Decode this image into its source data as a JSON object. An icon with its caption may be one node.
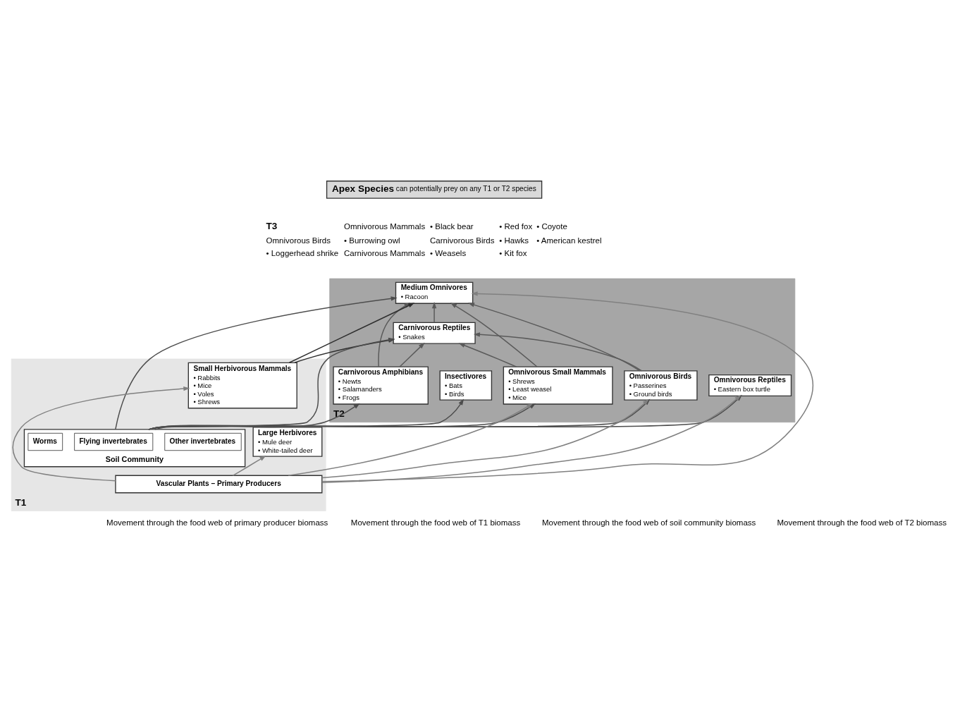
{
  "diagram": {
    "nodes": [
      {
        "text": [
          "Apex Species",
          "can potentially prey on any T1 or T2 species"
        ]
      },
      {
        "text": [
          "T2"
        ]
      },
      {
        "text": [
          "Medium Omnivores",
          "• Racoon"
        ],
        "in": 1
      },
      {
        "text": [
          "Carnivorous Reptiles",
          "• Snakes"
        ],
        "in": 1
      },
      {
        "text": [
          "Omnivorous Small Mammals",
          "• Shrews",
          "• Least weasel",
          "• Mice"
        ],
        "in": 1
      },
      {
        "text": [
          "Carnivorous Amphibians",
          "• Newts",
          "• Salamanders",
          "• Frogs"
        ],
        "in": 1
      },
      {
        "text": [
          "Omnivorous Reptiles",
          "• Eastern box turtle"
        ],
        "in": 1
      },
      {
        "text": [
          "Insectivores",
          "• Bats",
          "• Birds"
        ],
        "in": 1
      },
      {
        "text": [
          "Omnivorous Birds",
          "• Passerines",
          "• Ground birds"
        ],
        "in": 1
      },
      {
        "text": [
          "T1"
        ]
      },
      {
        "text": [
          "Large Herbivores",
          "• Mule deer",
          "• White-tailed deer"
        ],
        "in": 9
      },
      {
        "text": [
          "Small Herbivorous Mammals",
          "• Rabbits",
          "• Mice",
          "• Voles",
          "• Shrews"
        ],
        "in": 9
      },
      {
        "text": [
          "Soil Community"
        ],
        "in": 9
      },
      {
        "text": [
          "Other invertebrates"
        ],
        "in": 12
      },
      {
        "text": [
          "Flying invertebrates"
        ],
        "in": 12
      },
      {
        "text": [
          "Worms"
        ],
        "in": 12
      },
      {
        "text": [
          "Vascular Plants – Primary Producers"
        ],
        "in": 9
      }
    ],
    "edges": [
      {
        "from": 16,
        "to": 2,
        "arrow": "to",
        "color": "#808080"
      },
      {
        "from": 16,
        "to": 4,
        "arrow": "to",
        "color": "#808080"
      },
      {
        "from": 16,
        "to": 10,
        "arrow": "to",
        "color": "#808080"
      },
      {
        "from": 16,
        "to": 11,
        "arrow": "to",
        "color": "#808080"
      },
      {
        "from": 16,
        "to": 6,
        "arrow": "to",
        "color": "#808080"
      },
      {
        "from": 16,
        "to": 8,
        "arrow": "to",
        "color": "#808080"
      },
      {
        "from": 11,
        "to": 2,
        "arrow": "to",
        "color": "#2e2e2e"
      },
      {
        "from": 11,
        "to": 3,
        "arrow": "to",
        "color": "#2e2e2e"
      },
      {
        "from": 12,
        "to": 4,
        "arrow": "to"
      },
      {
        "from": 12,
        "to": 5,
        "arrow": "to"
      },
      {
        "from": 12,
        "to": 6,
        "arrow": "to"
      },
      {
        "from": 12,
        "to": 7,
        "arrow": "to"
      },
      {
        "from": 12,
        "to": 3,
        "arrow": "to"
      },
      {
        "from": 12,
        "to": 2,
        "arrow": "to"
      },
      {
        "from": 12,
        "to": 8,
        "arrow": "to"
      },
      {
        "from": 4,
        "to": 2,
        "arrow": "to",
        "color": "#5a5a5a"
      },
      {
        "from": 4,
        "to": 3,
        "arrow": "to",
        "color": "#5a5a5a"
      },
      {
        "from": 5,
        "to": 2,
        "arrow": "to",
        "color": "#5a5a5a"
      },
      {
        "from": 5,
        "to": 3,
        "arrow": "to",
        "color": "#5a5a5a"
      },
      {
        "from": 3,
        "to": 2,
        "arrow": "to",
        "color": "#5a5a5a"
      },
      {
        "from": 8,
        "to": 3,
        "arrow": "to",
        "color": "#5a5a5a"
      },
      {
        "from": 8,
        "to": 2,
        "arrow": "to",
        "color": "#5a5a5a"
      }
    ],
    "labels": [
      "T3",
      "Omnivorous Mammals",
      "• Black bear",
      "• Red fox",
      "• Coyote",
      "Omnivorous Birds",
      "• Burrowing owl",
      "Carnivorous Birds",
      "• Hawks",
      "• American kestrel",
      "• Loggerhead shrike",
      "Carnivorous Mammals",
      "• Weasels",
      "• Kit fox"
    ],
    "legend": [
      {
        "text": "Movement through the food web of primary producer biomass"
      },
      {
        "text": "Movement through the food web of T1 biomass"
      },
      {
        "text": "Movement through the food web of soil community biomass"
      },
      {
        "text": "Movement through the food web of T2 biomass"
      }
    ]
  }
}
